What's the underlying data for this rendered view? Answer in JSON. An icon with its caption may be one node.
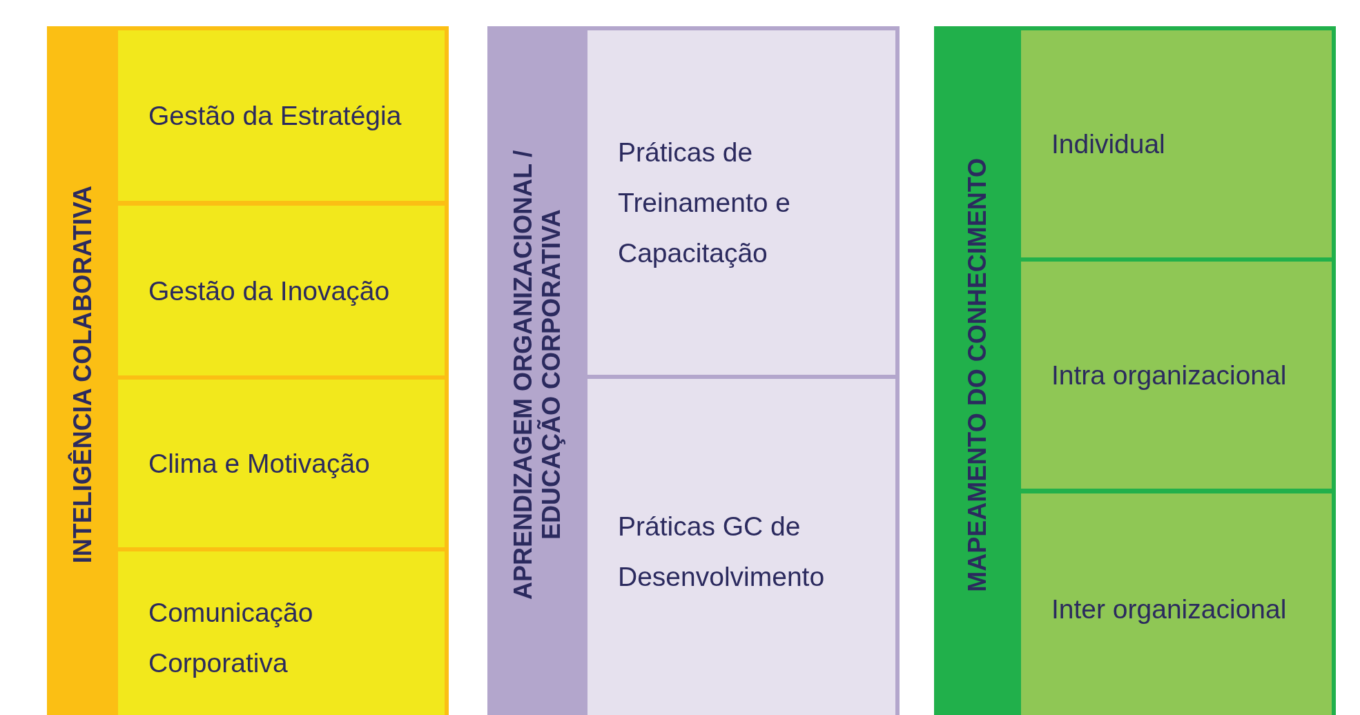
{
  "diagram": {
    "nodes": [
      {
        "text": [
          "INTELIGÊNCIA COLABORATIVA"
        ]
      },
      {
        "text": [
          "Gestão da Estratégia"
        ],
        "in": 0
      },
      {
        "text": [
          "Gestão da Inovação"
        ],
        "in": 0
      },
      {
        "text": [
          "Clima e Motivação"
        ],
        "in": 0
      },
      {
        "text": [
          "Comunicação Corporativa"
        ],
        "in": 0
      },
      {
        "text": [
          "APRENDIZAGEM ORGANIZACIONAL / EDUCAÇÃO CORPORATIVA"
        ]
      },
      {
        "text": [
          "Práticas de Treinamento e Capacitação"
        ],
        "in": 5
      },
      {
        "text": [
          "Práticas GC de Desenvolvimento"
        ],
        "in": 5
      },
      {
        "text": [
          "MAPEAMENTO DO CONHECIMENTO"
        ]
      },
      {
        "text": [
          "Individual"
        ],
        "in": 8
      },
      {
        "text": [
          "Intra organizacional"
        ],
        "in": 8
      },
      {
        "text": [
          "Inter organizacional"
        ],
        "in": 8
      }
    ]
  }
}
